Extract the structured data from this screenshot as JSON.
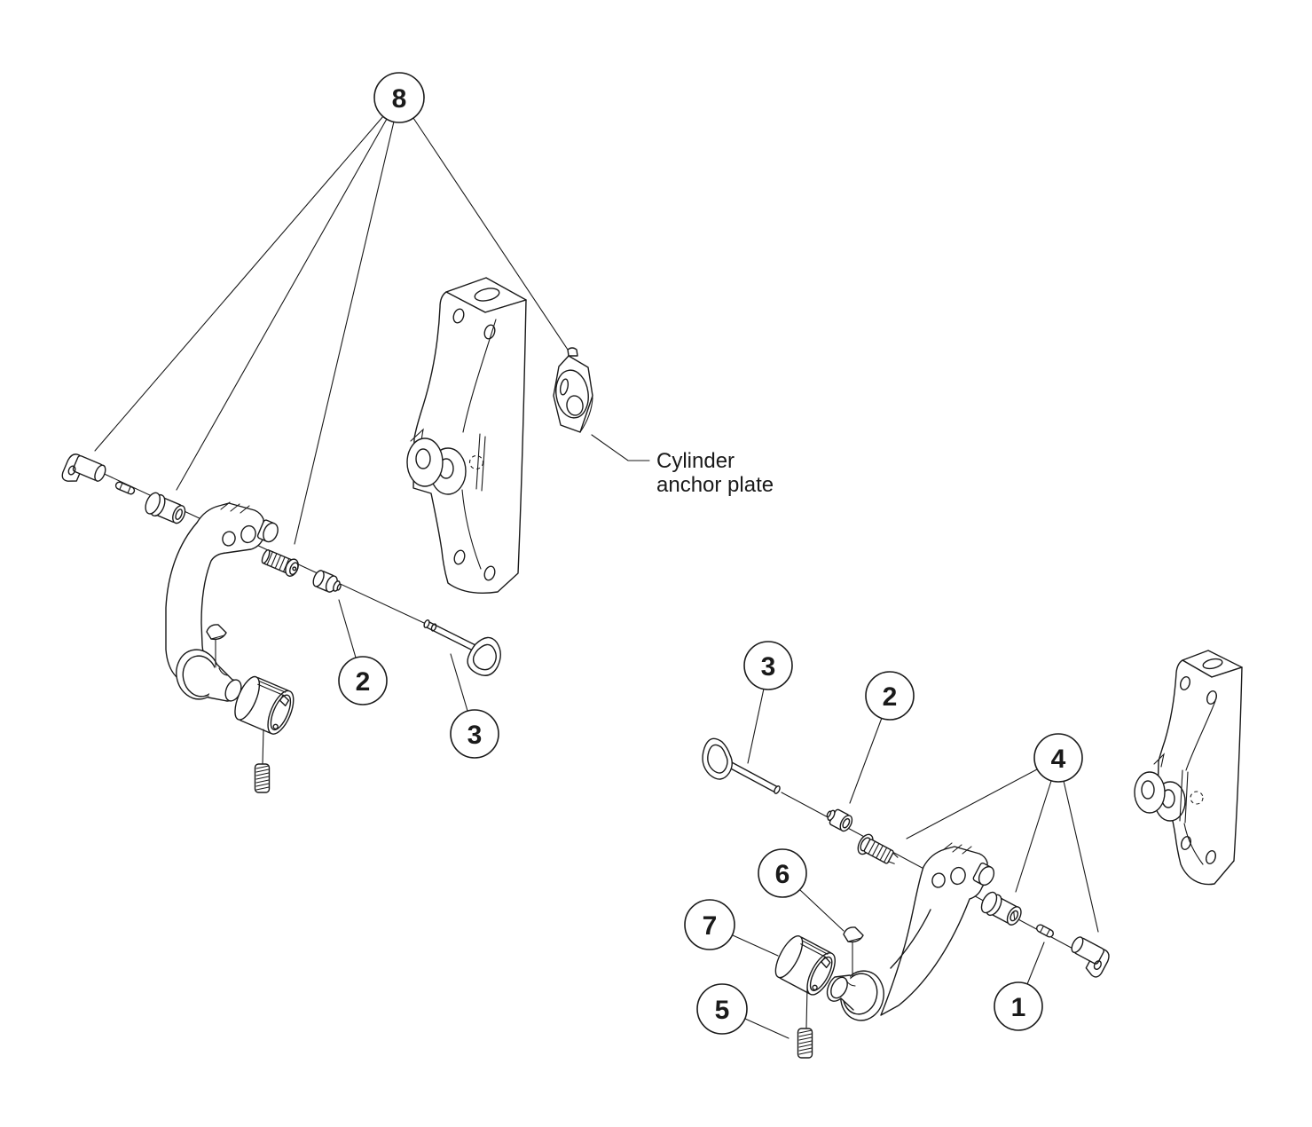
{
  "page": {
    "background": "#ffffff",
    "line_color": "#1a1a1a"
  },
  "label": {
    "line1": "Cylinder",
    "line2": "anchor plate"
  },
  "callouts": {
    "left_8": {
      "number": "8"
    },
    "left_2": {
      "number": "2"
    },
    "left_3": {
      "number": "3"
    },
    "right_3": {
      "number": "3"
    },
    "right_2": {
      "number": "2"
    },
    "right_4": {
      "number": "4"
    },
    "right_6": {
      "number": "6"
    },
    "right_7": {
      "number": "7"
    },
    "right_5": {
      "number": "5"
    },
    "right_1": {
      "number": "1"
    }
  }
}
